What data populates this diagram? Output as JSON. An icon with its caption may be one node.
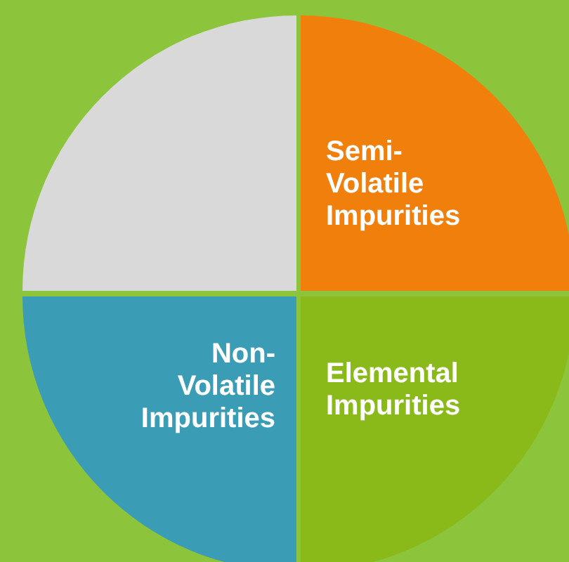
{
  "diagram": {
    "nodes": [
      {
        "text": [],
        "shape": "sector"
      },
      {
        "text": [
          "Semi-Volatile Impurities"
        ]
      },
      {
        "text": [
          "Non-Volatile Impurities"
        ]
      },
      {
        "text": [
          "Elemental Impurities"
        ]
      }
    ]
  }
}
